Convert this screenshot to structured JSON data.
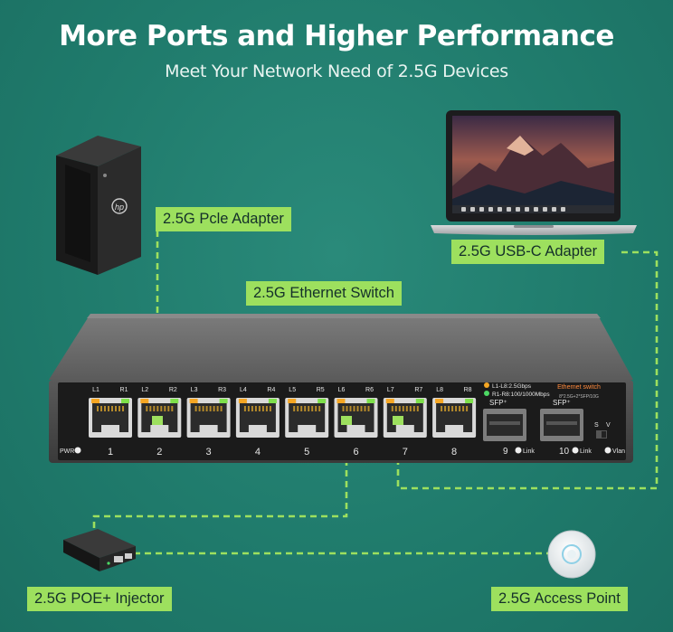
{
  "header": {
    "title": "More Ports and Higher Performance",
    "subtitle": "Meet Your Network Need of 2.5G Devices"
  },
  "labels": {
    "pcie_adapter": "2.5G Pcle Adapter",
    "usbc_adapter": "2.5G USB-C Adapter",
    "ethernet_switch": "2.5G Ethernet Switch",
    "poe_injector": "2.5G POE+ Injector",
    "access_point": "2.5G Access Point"
  },
  "switch_panel": {
    "led_labels": [
      "L1",
      "R1",
      "L2",
      "R2",
      "L3",
      "R3",
      "L4",
      "R4",
      "L5",
      "R5",
      "L6",
      "R6",
      "L7",
      "R7",
      "L8",
      "R8"
    ],
    "port_numbers": [
      "1",
      "2",
      "3",
      "4",
      "5",
      "6",
      "7",
      "8"
    ],
    "legend_line1": "L1-L8:2.5Gbps",
    "legend_line2": "R1-R8:100/1000Mbps",
    "brand_line1": "Ethernet switch",
    "brand_line2": "8*2.5G+2*SFP/10G",
    "sfp_label": "SFP⁺",
    "sfp_numbers": [
      "9",
      "10"
    ],
    "link_label": "Link",
    "vlan_label": "Vlan",
    "pwr_label": "PWR",
    "switch_letters": [
      "S",
      "V"
    ]
  },
  "colors": {
    "background": "#227d6f",
    "label_bg": "#9de05e",
    "dash_line": "#9de05e",
    "switch_body": "#6b6b6b",
    "panel": "#1b1b1b"
  },
  "icons": [
    "desktop-tower-icon",
    "laptop-icon",
    "poe-injector-icon",
    "access-point-icon",
    "switch-icon"
  ]
}
